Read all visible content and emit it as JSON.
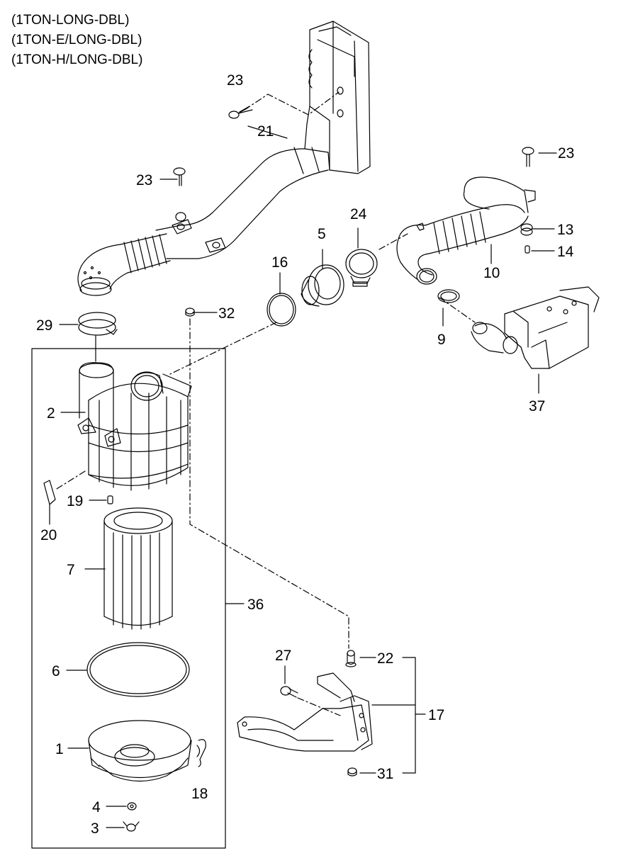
{
  "header": {
    "lines": [
      "(1TON-LONG-DBL)",
      "(1TON-E/LONG-DBL)",
      "(1TON-H/LONG-DBL)"
    ]
  },
  "callouts": {
    "p23a": "23",
    "p21": "21",
    "p23b": "23",
    "p23c": "23",
    "p24": "24",
    "p5": "5",
    "p13": "13",
    "p14": "14",
    "p16": "16",
    "p10": "10",
    "p29": "29",
    "p32": "32",
    "p9": "9",
    "p2": "2",
    "p37": "37",
    "p19": "19",
    "p20": "20",
    "p7": "7",
    "p36": "36",
    "p27": "27",
    "p22": "22",
    "p6": "6",
    "p17": "17",
    "p1": "1",
    "p31": "31",
    "p18": "18",
    "p4": "4",
    "p3": "3"
  },
  "colors": {
    "line": "#000000",
    "background": "#ffffff"
  }
}
